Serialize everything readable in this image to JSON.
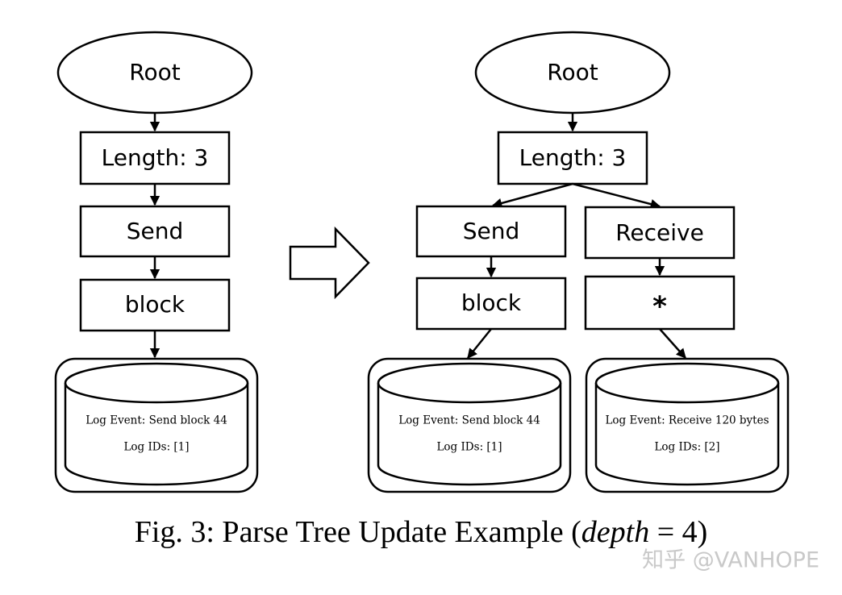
{
  "before_tree": {
    "root": "Root",
    "length": "Length: 3",
    "token1": "Send",
    "token2": "block",
    "log_group": {
      "event": "Log Event:  Send block 44",
      "ids": "Log IDs:  [1]"
    }
  },
  "after_tree": {
    "root": "Root",
    "length": "Length: 3",
    "left_branch": {
      "token1": "Send",
      "token2": "block",
      "log_group": {
        "event": "Log Event:  Send block 44",
        "ids": "Log IDs:  [1]"
      }
    },
    "right_branch": {
      "token1": "Receive",
      "token2": "*",
      "log_group": {
        "event": "Log Event:  Receive 120 bytes",
        "ids": "Log IDs:  [2]"
      }
    }
  },
  "caption": {
    "prefix": "Fig. 3: Parse Tree Update Example (",
    "variable": "depth",
    "suffix": " = 4)"
  },
  "watermark": "知乎 @VANHOPE"
}
